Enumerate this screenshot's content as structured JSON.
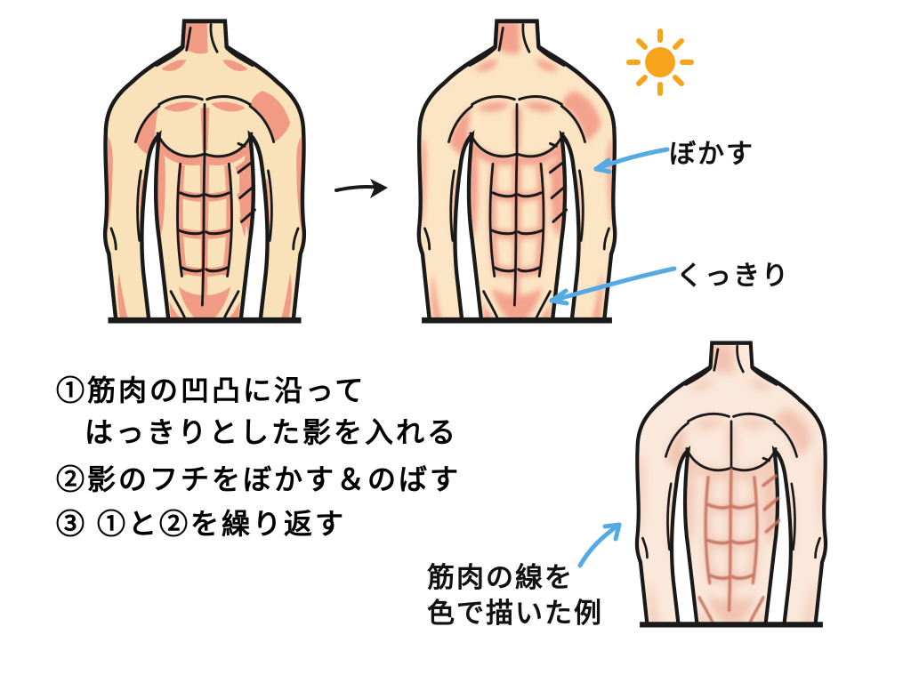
{
  "colors": {
    "background": "#ffffff",
    "outline": "#1a1a1a",
    "skin_base": "#F9E2BA",
    "skin_shadow": "#F19B85",
    "skin_base_soft": "#FBE5C4",
    "skin_shadow_soft": "#F3A28D",
    "skin_base_example": "#FAE8DA",
    "skin_shadow_example": "#EFBCA9",
    "muscle_line_color": "#C4705D",
    "arrow_blue": "#55AAE4",
    "sun_orange": "#F7A41D",
    "text_black": "#111111"
  },
  "labels": {
    "blur": "ぼかす",
    "sharp": "くっきり",
    "example_line1": "筋肉の線を",
    "example_line2": "色で描いた例"
  },
  "steps": [
    "①筋肉の凹凸に沿って",
    "はっきりとした影を入れる",
    "②影のフチをぼかす＆のばす",
    "③ ①と②を繰り返す"
  ],
  "icons": {
    "sun": "sun-icon",
    "transform_arrow": "right-arrow-icon",
    "annotation_arrow": "blue-hand-drawn-arrow-icon"
  }
}
